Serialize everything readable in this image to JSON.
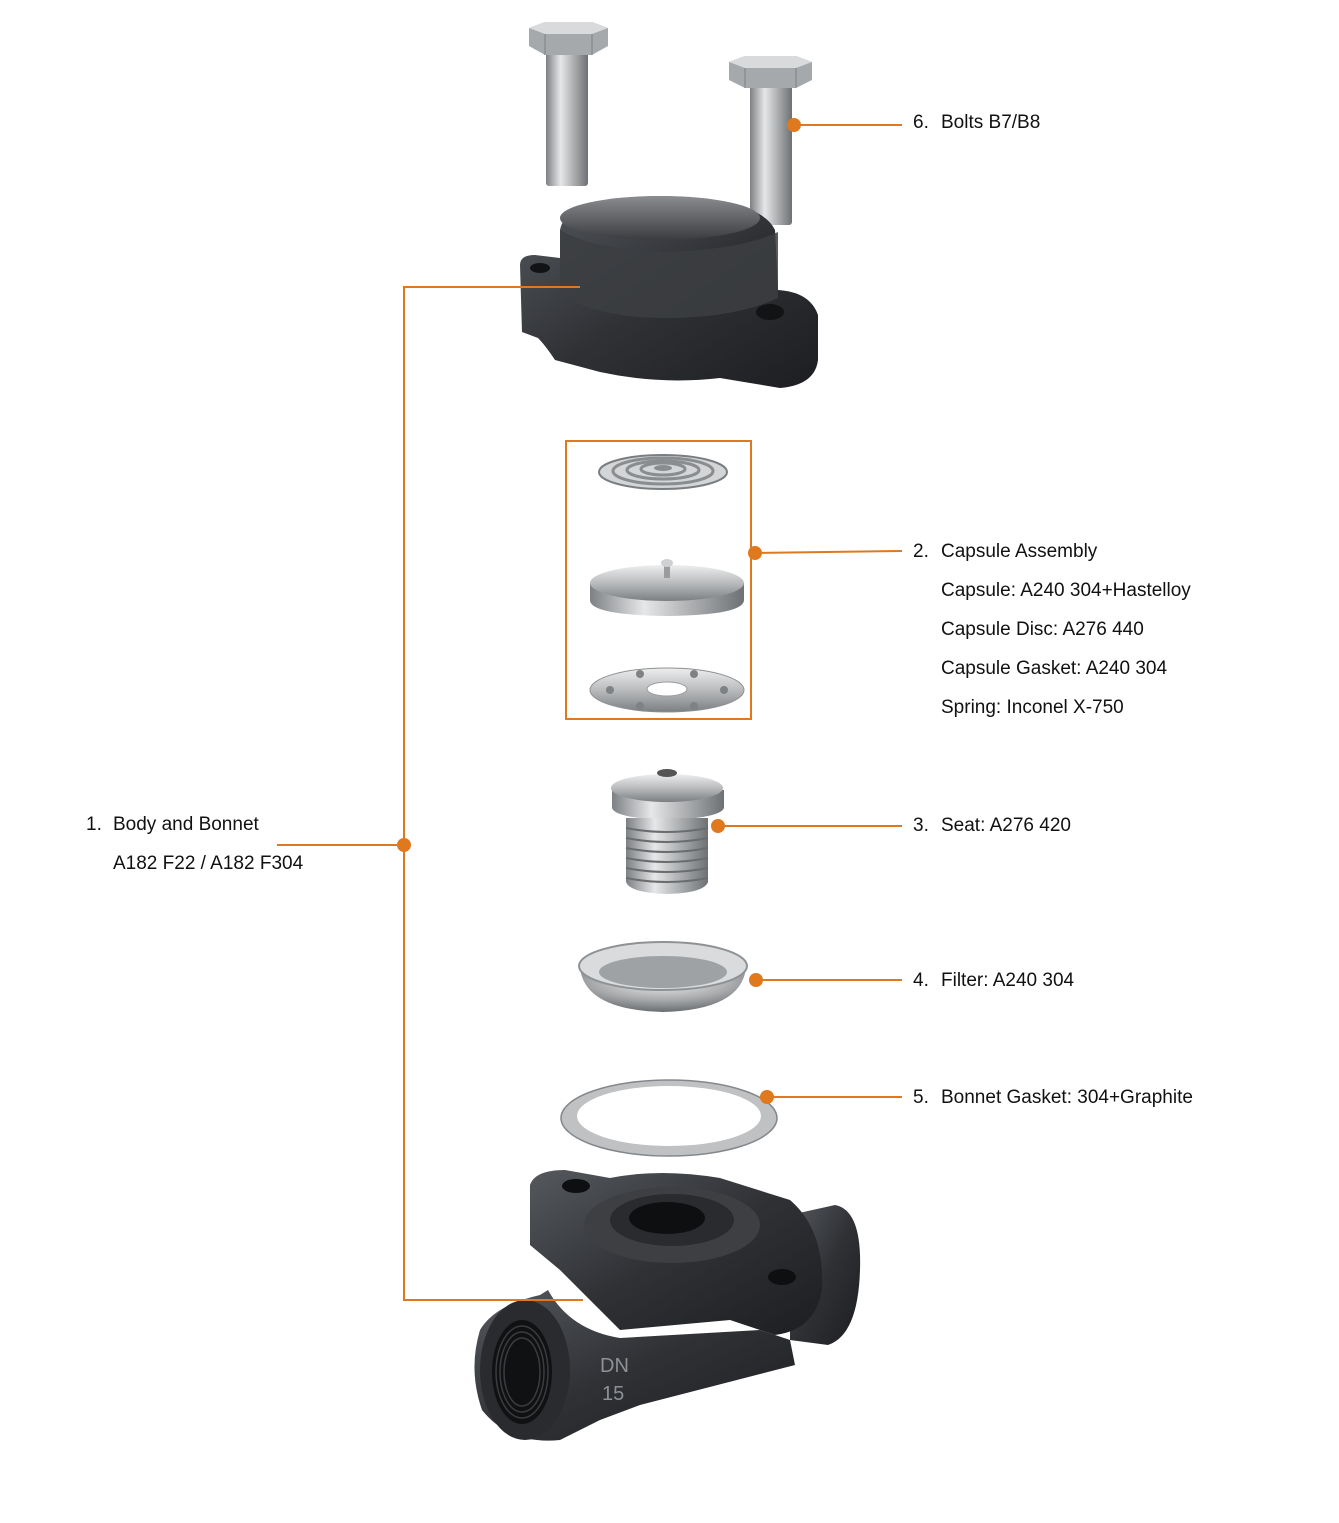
{
  "colors": {
    "accent": "#E0781E",
    "metal_dark": "#2E3034",
    "metal_light": "#C9CBCD"
  },
  "labels": {
    "body": {
      "number": "1.",
      "title": "Body and Bonnet",
      "detail": "A182 F22 / A182 F304"
    },
    "capsule": {
      "number": "2.",
      "title": "Capsule Assembly",
      "lines": [
        "Capsule: A240 304+Hastelloy",
        "Capsule Disc: A276 440",
        "Capsule Gasket: A240 304",
        "Spring: Inconel X-750"
      ]
    },
    "seat": {
      "number": "3.",
      "title": "Seat: A276 420"
    },
    "filter": {
      "number": "4.",
      "title": "Filter: A240 304"
    },
    "gasket": {
      "number": "5.",
      "title": "Bonnet Gasket: 304+Graphite"
    },
    "bolts": {
      "number": "6.",
      "title": "Bolts B7/B8"
    }
  },
  "body_marking": {
    "line1": "DN",
    "line2": "15"
  }
}
